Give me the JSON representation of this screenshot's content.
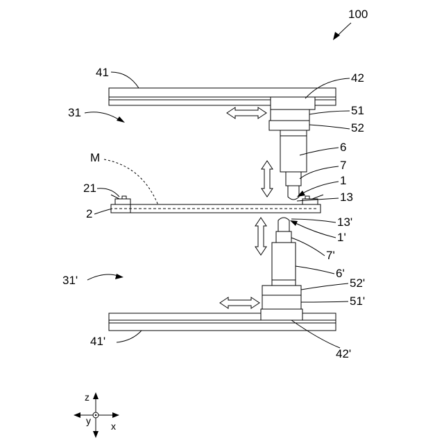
{
  "figure_number": "100",
  "labels": {
    "upper_rail": "41",
    "upper_slider": "42",
    "upper_unit": "31",
    "upper_block_51": "51",
    "upper_block_52": "52",
    "upper_body": "6",
    "upper_tip": "7",
    "upper_probe": "1",
    "upper_contact": "13",
    "marker_m": "M",
    "stage_clamp": "21",
    "stage": "2",
    "lower_contact": "13'",
    "lower_probe": "1'",
    "lower_tip": "7'",
    "lower_body": "6'",
    "lower_unit": "31'",
    "lower_block_52": "52'",
    "lower_block_51": "51'",
    "lower_rail": "41'",
    "lower_slider": "42'"
  },
  "axes": {
    "z": "z",
    "y": "y",
    "x": "x"
  }
}
